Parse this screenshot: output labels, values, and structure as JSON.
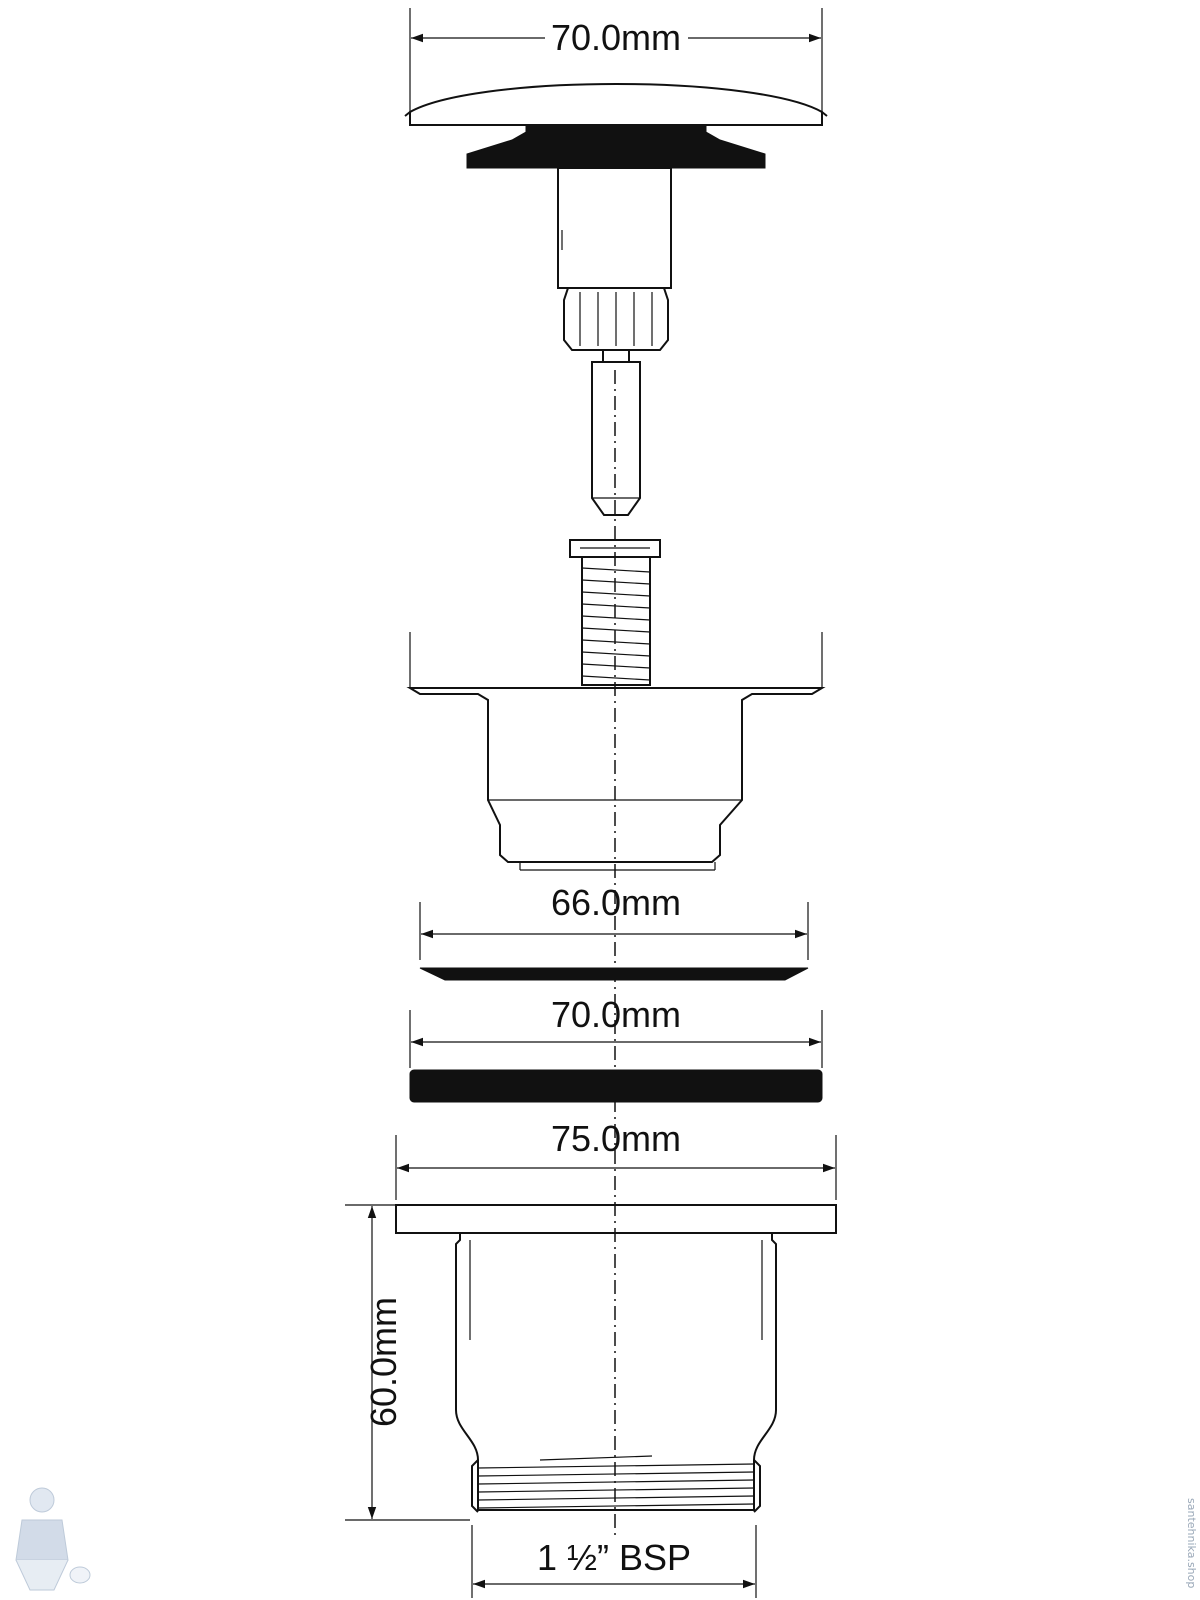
{
  "dimensions": {
    "cap_width": "70.0mm",
    "washer_width": "66.0mm",
    "gasket_width": "70.0mm",
    "flange_width": "75.0mm",
    "body_height": "60.0mm",
    "thread_size": "1 ½” BSP"
  },
  "watermark": {
    "text": "santehnika.shop",
    "logo": "plumber-mascot-icon"
  },
  "colors": {
    "line": "#111111",
    "watermark": "#9aa8b8"
  }
}
